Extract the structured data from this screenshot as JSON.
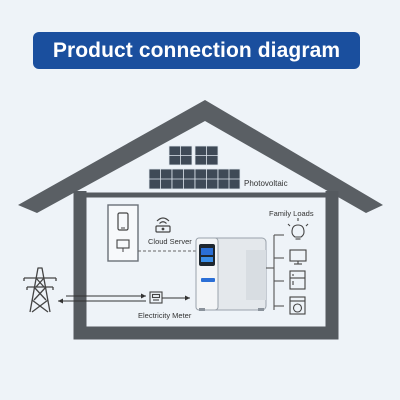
{
  "header": {
    "title": "Product connection diagram"
  },
  "labels": {
    "photovoltaic": "Photovoltaic",
    "cloud_server": "Cloud Server",
    "family_loads": "Family Loads",
    "electricity_meter": "Electricity Meter"
  },
  "colors": {
    "banner": "#1a4f9e",
    "house_outline": "#555a5f",
    "background": "#eef3f8",
    "screen_blue": "#2b6fd6"
  }
}
